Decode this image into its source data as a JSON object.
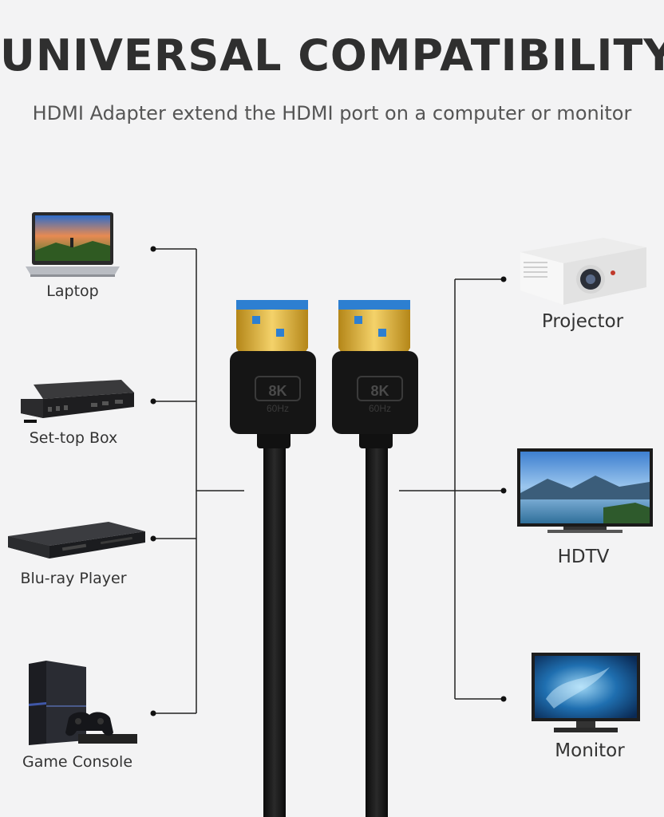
{
  "header": {
    "title": "UNIVERSAL COMPATIBILITY",
    "subtitle": "HDMI Adapter extend the HDMI port on a computer or monitor"
  },
  "sources": [
    {
      "label": "Laptop"
    },
    {
      "label": "Set-top Box"
    },
    {
      "label": "Blu-ray Player"
    },
    {
      "label": "Game Console"
    }
  ],
  "displays": [
    {
      "label": "Projector"
    },
    {
      "label": "HDTV"
    },
    {
      "label": "Monitor"
    }
  ],
  "cable": {
    "badge_main": "8K",
    "badge_sub": "60Hz"
  },
  "colors": {
    "background": "#f3f3f4",
    "connector_gold": "#d9a92a",
    "connector_blue": "#2d7fd1",
    "cable_black": "#141414"
  }
}
